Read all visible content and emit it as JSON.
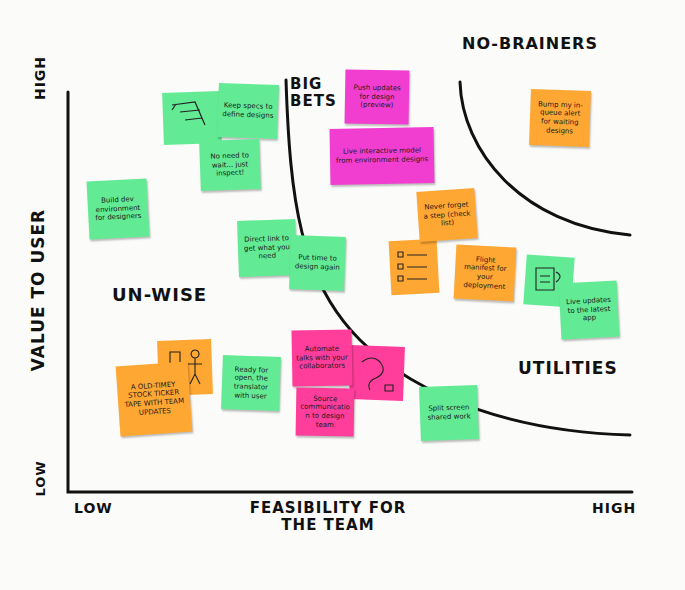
{
  "diagram": {
    "nodes": [
      {
        "text": [
          "Build dev environment for designers"
        ]
      },
      {
        "text": [
          "Keep specs to define designs"
        ]
      },
      {
        "text": [
          "No need to wait... just inspect!"
        ]
      },
      {
        "text": [
          "Push updates for design (preview)"
        ]
      },
      {
        "text": [
          "Live interactive model from environment designs"
        ]
      },
      {
        "text": [
          "Bump my in-queue alert for waiting designs"
        ]
      },
      {
        "text": [
          "Never forget a step (check list)"
        ]
      },
      {
        "text": [
          "Flight manifest for your deployment"
        ]
      },
      {
        "text": [
          "Direct link to get what you need"
        ]
      },
      {
        "text": [
          "Put time to design again"
        ]
      },
      {
        "text": [
          "Live updates to the latest app"
        ]
      },
      {
        "text": [
          "A OLD-TIMEY STOCK TICKER TAPE WITH TEAM UPDATES"
        ]
      },
      {
        "text": [
          "Ready for open, the translator with user"
        ]
      },
      {
        "text": [
          "Automate talks with your collaborators"
        ]
      },
      {
        "text": [
          "Source communication to design team"
        ]
      },
      {
        "text": [
          "Split screen shared work"
        ]
      }
    ],
    "labels": [
      "HIGH",
      "VALUE TO USER",
      "LOW",
      "LOW",
      "FEASIBILITY FOR THE TEAM",
      "HIGH",
      "BIG BETS",
      "NO-BRAINERS",
      "UN-WISE",
      "UTILITIES"
    ]
  }
}
